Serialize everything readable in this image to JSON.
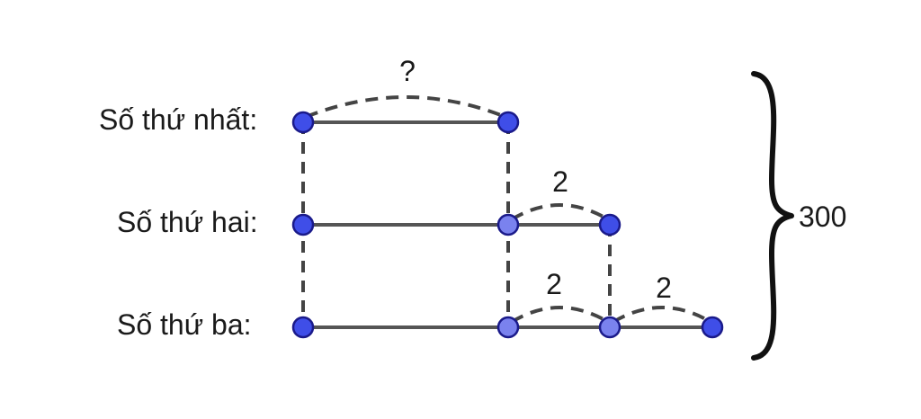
{
  "rows": [
    {
      "label": "Số thứ nhất:"
    },
    {
      "label": "Số thứ hai:"
    },
    {
      "label": "Số thứ ba:"
    }
  ],
  "arcs": [
    {
      "label": "?"
    },
    {
      "label": "2"
    },
    {
      "label": "2"
    },
    {
      "label": "2"
    }
  ],
  "total": {
    "label": "300"
  },
  "colors": {
    "point": "#3f4ee8",
    "point_light": "#7a82ee",
    "line": "#555555",
    "text": "#1a1a1a"
  }
}
